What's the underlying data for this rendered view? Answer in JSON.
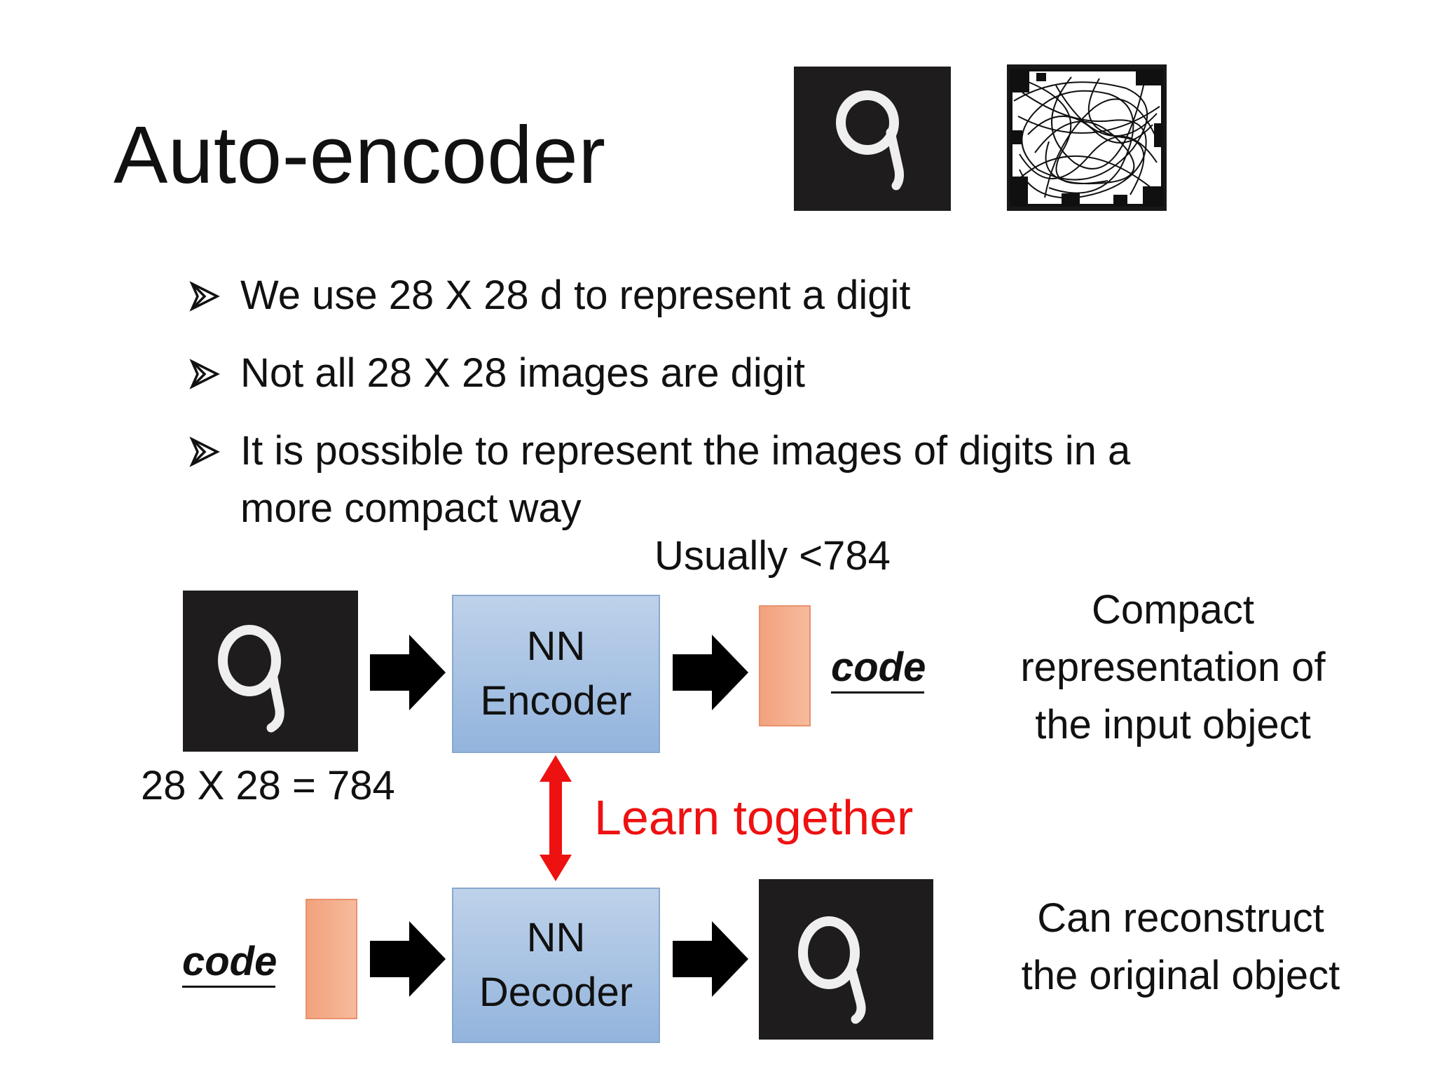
{
  "slide": {
    "title": "Auto-encoder",
    "bullets": [
      "We use 28 X 28 d to represent a digit",
      "Not all 28 X 28 images are digit",
      "It is possible to represent the images of digits in a",
      "more compact way"
    ]
  },
  "diagram": {
    "usually_label": "Usually <784",
    "dimension_label": "28 X 28 = 784",
    "encoder": {
      "line1": "NN",
      "line2": "Encoder"
    },
    "decoder": {
      "line1": "NN",
      "line2": "Decoder"
    },
    "code_label": "code",
    "learn_together": "Learn together",
    "compact_text": [
      "Compact",
      "representation of",
      "the input object"
    ],
    "reconstruct_text": [
      "Can reconstruct",
      "the original object"
    ]
  },
  "colors": {
    "box_top": "#bed2ea",
    "box_bottom": "#93b4dd",
    "code_fill": "#f3a17d",
    "learn_red": "#ee1111",
    "image_bg": "#1e1c1c"
  },
  "icons": {
    "bullet": "arrowhead-bullet-icon",
    "flow_arrow": "right-arrow-icon",
    "link_arrow": "double-arrow-icon"
  }
}
